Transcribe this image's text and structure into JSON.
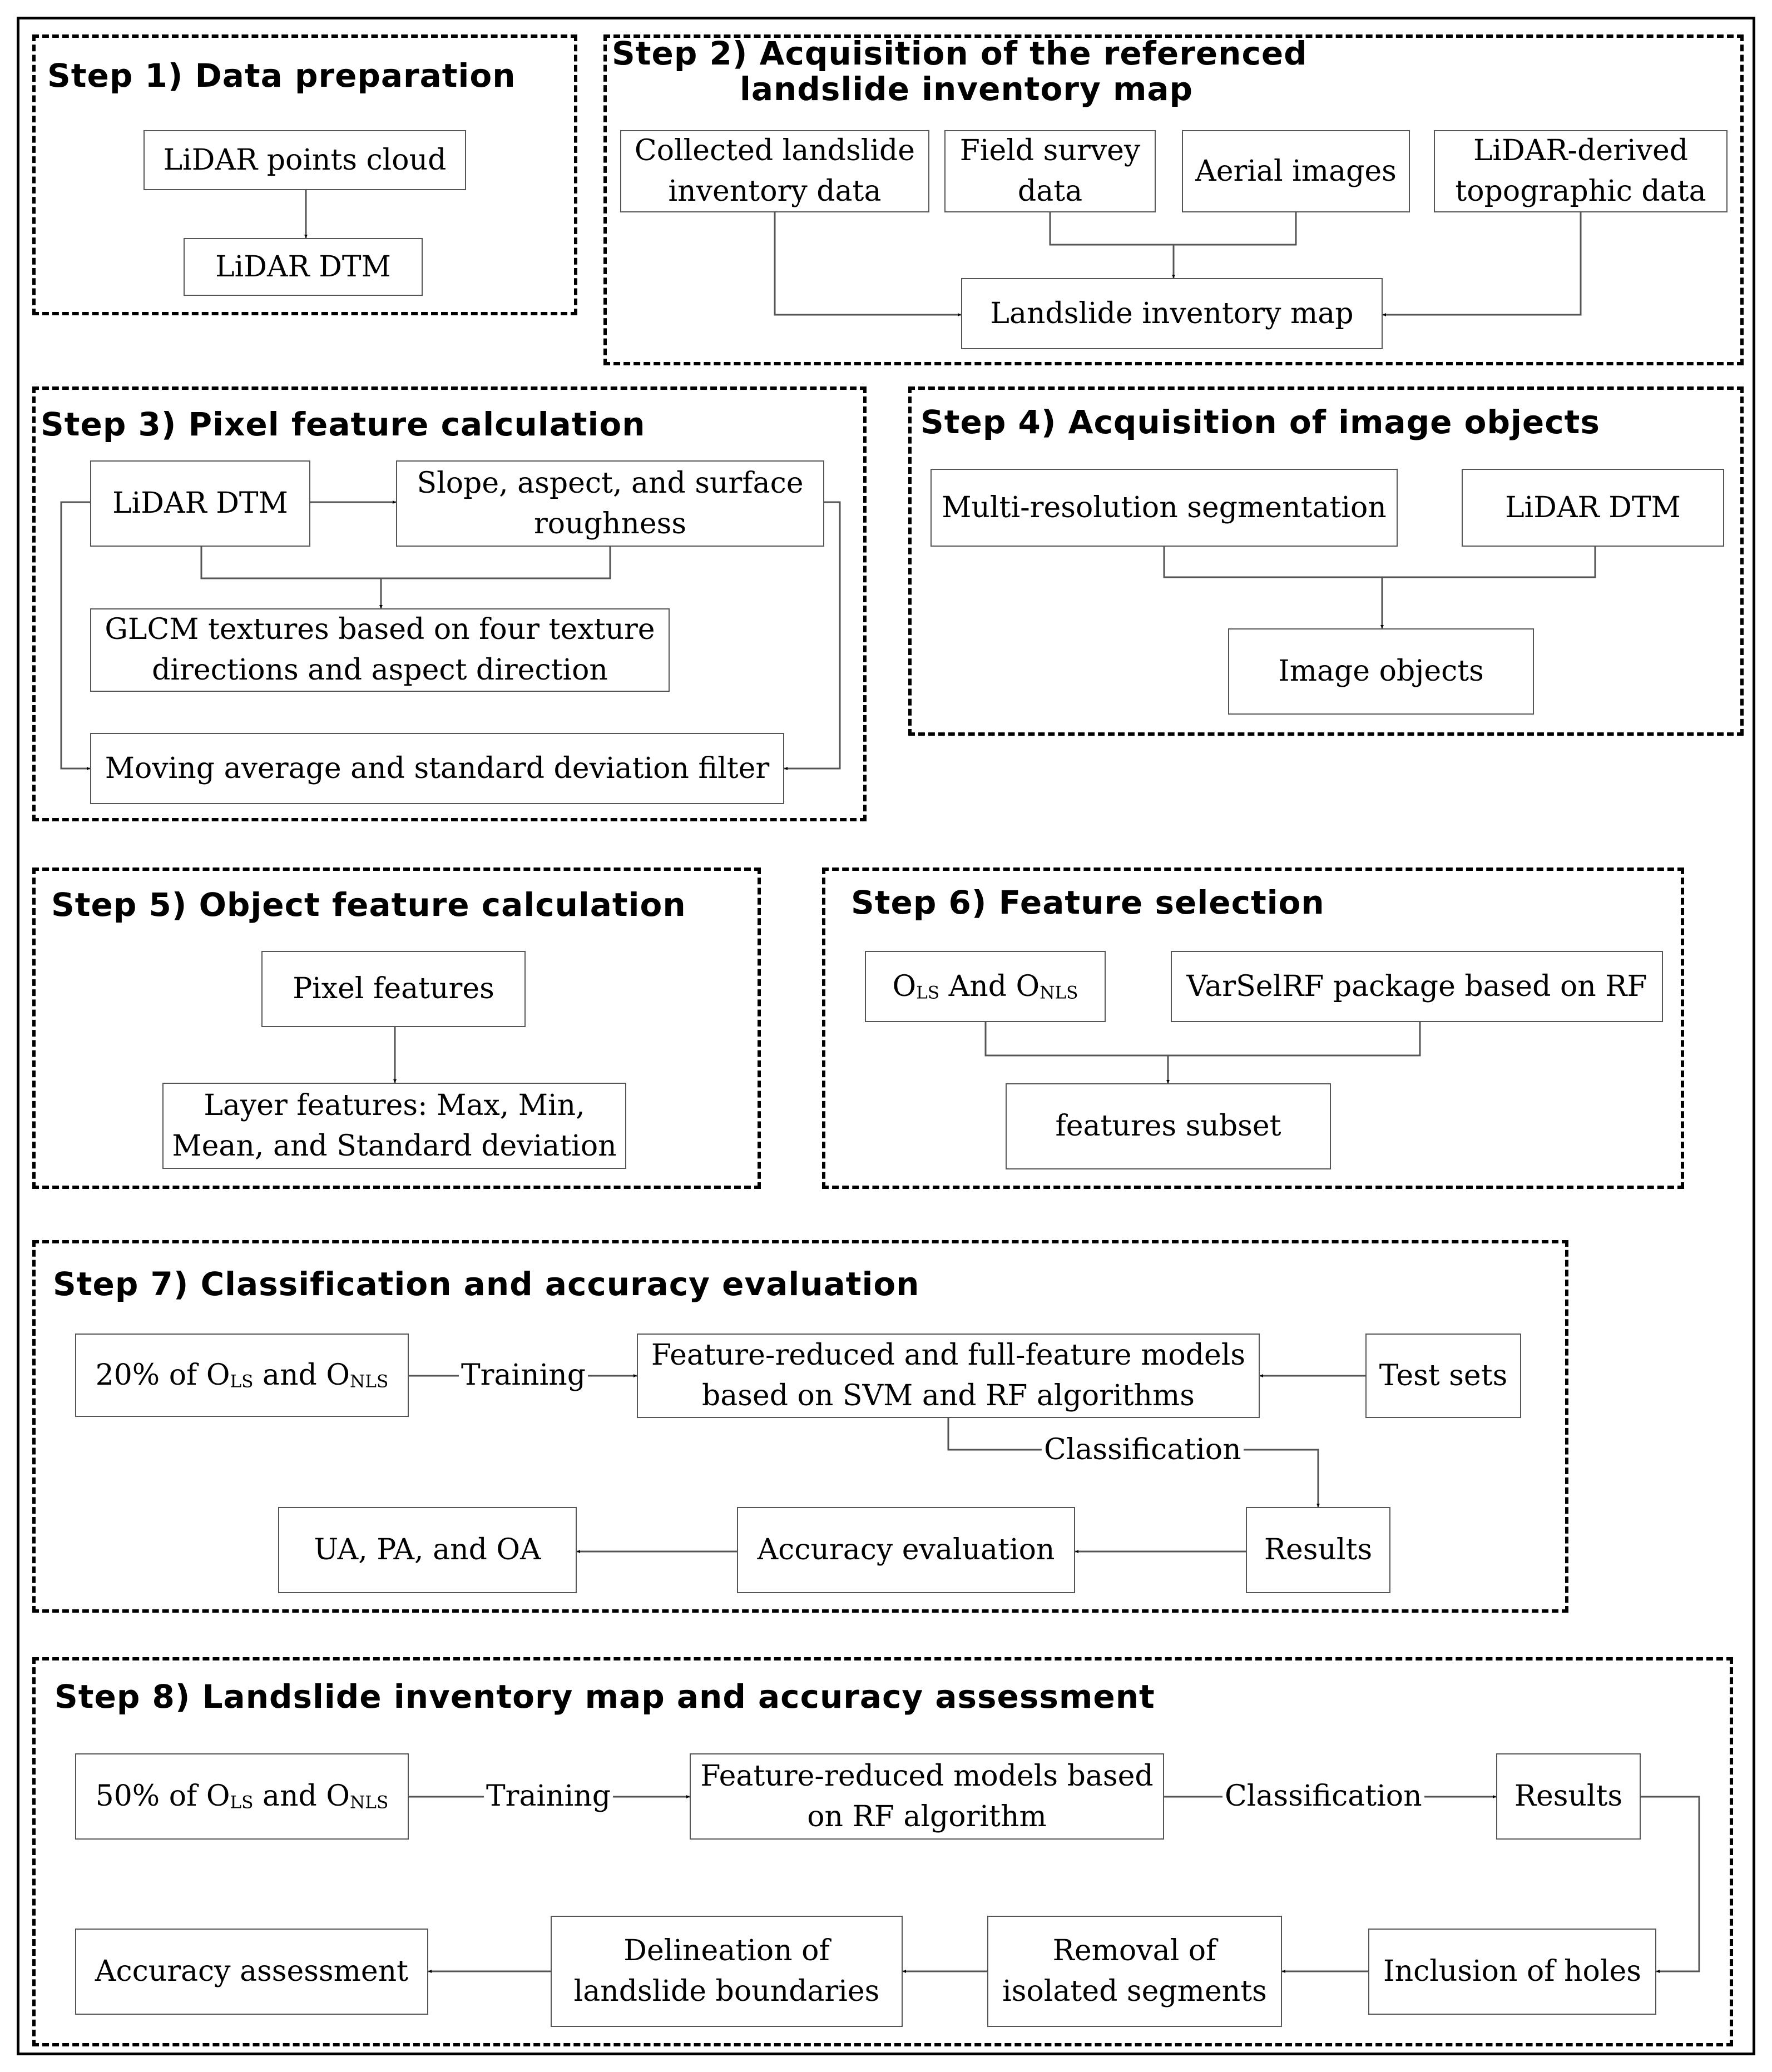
{
  "steps": {
    "s1": {
      "title": "Step 1) Data  preparation"
    },
    "s2": {
      "title_line1": "Step 2) Acquisition of the referenced",
      "title_line2": "landslide inventory map"
    },
    "s3": {
      "title": "Step 3) Pixel feature calculation"
    },
    "s4": {
      "title": "Step 4) Acquisition of image objects"
    },
    "s5": {
      "title": "Step 5) Object feature calculation"
    },
    "s6": {
      "title": "Step 6) Feature selection"
    },
    "s7": {
      "title": "Step 7) Classification and accuracy evaluation"
    },
    "s8": {
      "title": "Step 8) Landslide inventory map and accuracy assessment"
    }
  },
  "boxes": {
    "s1_points": "LiDAR points cloud",
    "s1_dtm": "LiDAR DTM",
    "s2_collected_1": "Collected landslide",
    "s2_collected_2": "inventory data",
    "s2_field_1": "Field survey",
    "s2_field_2": "data",
    "s2_aerial": "Aerial images",
    "s2_lidar_1": "LiDAR-derived",
    "s2_lidar_2": "topographic data",
    "s2_map": "Landslide inventory map",
    "s3_dtm": "LiDAR DTM",
    "s3_slope_1": "Slope, aspect, and surface",
    "s3_slope_2": "roughness",
    "s3_glcm_1": "GLCM textures based on four texture",
    "s3_glcm_2": "directions and aspect direction",
    "s3_moving": "Moving average and standard deviation filter",
    "s4_multi": "Multi-resolution segmentation",
    "s4_dtm": "LiDAR DTM",
    "s4_objects": "Image objects",
    "s5_pixel": "Pixel features",
    "s5_layer_1": "Layer features: Max, Min,",
    "s5_layer_2": "Mean, and Standard deviation",
    "s6_ols_a": "O",
    "s6_ols_sub_a": "LS",
    "s6_ols_mid": " And O",
    "s6_ols_sub_b": "NLS",
    "s6_varsel": "VarSelRF package based on RF",
    "s6_subset": "features subset",
    "s7_pct": "20% of O",
    "s7_pct_sub_a": "LS",
    "s7_pct_mid": " and O",
    "s7_pct_sub_b": "NLS",
    "s7_models_1": "Feature-reduced and full-feature models",
    "s7_models_2": "based on SVM and RF algorithms",
    "s7_test": "Test sets",
    "s7_results": "Results",
    "s7_accuracy": "Accuracy evaluation",
    "s7_uapaoa": "UA, PA, and OA",
    "s8_pct": "50% of O",
    "s8_pct_sub_a": "LS",
    "s8_pct_mid": " and O",
    "s8_pct_sub_b": "NLS",
    "s8_models_1": "Feature-reduced models based",
    "s8_models_2": "on RF algorithm",
    "s8_results": "Results",
    "s8_holes": "Inclusion of holes",
    "s8_removal_1": "Removal of",
    "s8_removal_2": "isolated segments",
    "s8_delin_1": "Delineation of",
    "s8_delin_2": "landslide boundaries",
    "s8_accuracy": "Accuracy assessment"
  },
  "labels": {
    "s7_training": "Training",
    "s7_classification": "Classification",
    "s8_training": "Training",
    "s8_classification": "Classification"
  }
}
